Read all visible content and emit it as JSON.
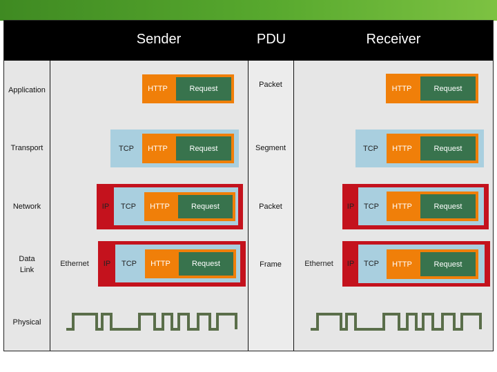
{
  "header": {
    "sender": "Sender",
    "pdu": "PDU",
    "receiver": "Receiver"
  },
  "layers": {
    "application": "Application",
    "transport": "Transport",
    "network": "Network",
    "datalink": "Data Link",
    "physical": "Physical"
  },
  "pdus": {
    "application": "Packet",
    "transport": "Segment",
    "network": "Packet",
    "datalink": "Frame"
  },
  "labels": {
    "http": "HTTP",
    "request": "Request",
    "tcp": "TCP",
    "ip": "IP",
    "ethernet": "Ethernet"
  },
  "colors": {
    "http": "#f07f09",
    "request": "#38734d",
    "tcp": "#a9cfdf",
    "ip": "#c4121d",
    "header_bg": "#000000",
    "cell_bg": "#e6e6e6",
    "signal": "#5a6e4a"
  }
}
